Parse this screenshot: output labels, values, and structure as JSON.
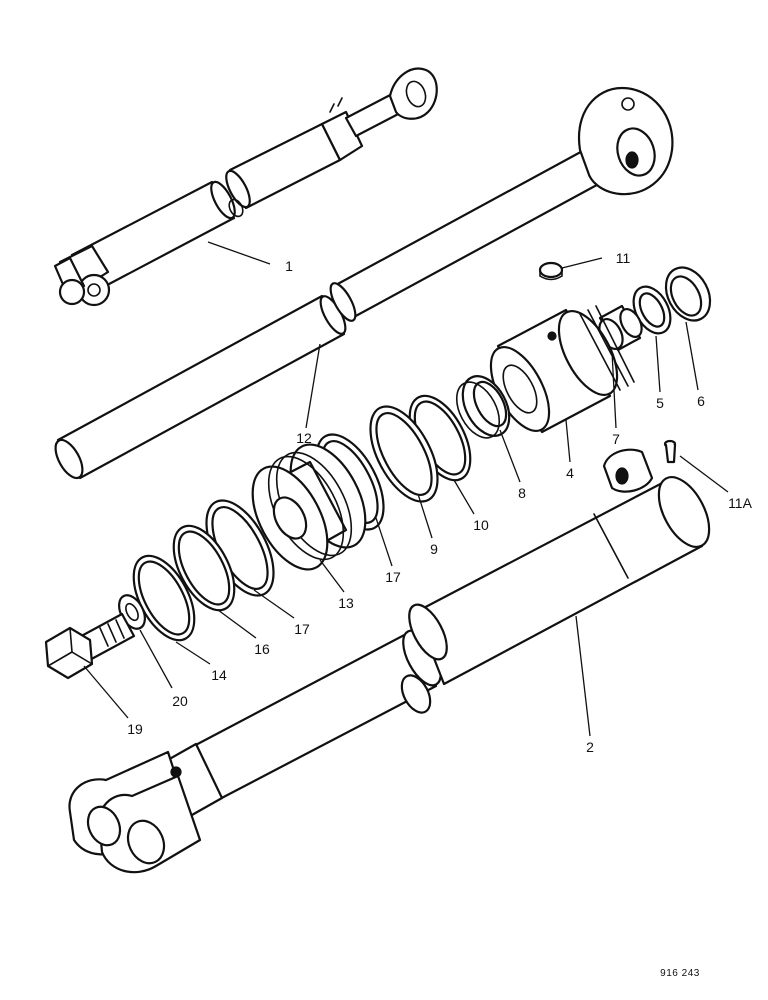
{
  "diagram": {
    "reference_code": "916 243",
    "callouts": [
      {
        "id": "c1",
        "text": "1"
      },
      {
        "id": "c2",
        "text": "2"
      },
      {
        "id": "c4",
        "text": "4"
      },
      {
        "id": "c5",
        "text": "5"
      },
      {
        "id": "c6",
        "text": "6"
      },
      {
        "id": "c7",
        "text": "7"
      },
      {
        "id": "c8",
        "text": "8"
      },
      {
        "id": "c9",
        "text": "9"
      },
      {
        "id": "c10",
        "text": "10"
      },
      {
        "id": "c11",
        "text": "11"
      },
      {
        "id": "c11a",
        "text": "11A"
      },
      {
        "id": "c12",
        "text": "12"
      },
      {
        "id": "c13",
        "text": "13"
      },
      {
        "id": "c14",
        "text": "14"
      },
      {
        "id": "c16",
        "text": "16"
      },
      {
        "id": "c17a",
        "text": "17"
      },
      {
        "id": "c17b",
        "text": "17"
      },
      {
        "id": "c19",
        "text": "19"
      },
      {
        "id": "c20",
        "text": "20"
      }
    ]
  }
}
